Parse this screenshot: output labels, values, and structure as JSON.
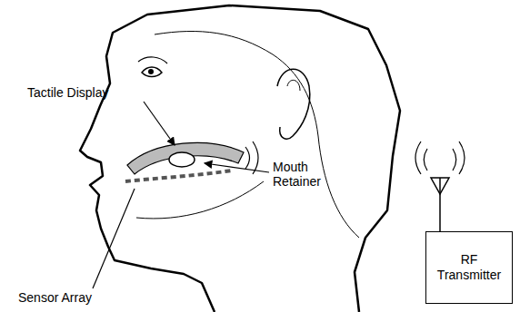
{
  "diagram": {
    "nodes": [
      {
        "text": [
          "RF Transmitter"
        ]
      }
    ],
    "labels": [
      "Tactile Display",
      "Mouth Retainer",
      "Sensor Array"
    ]
  }
}
